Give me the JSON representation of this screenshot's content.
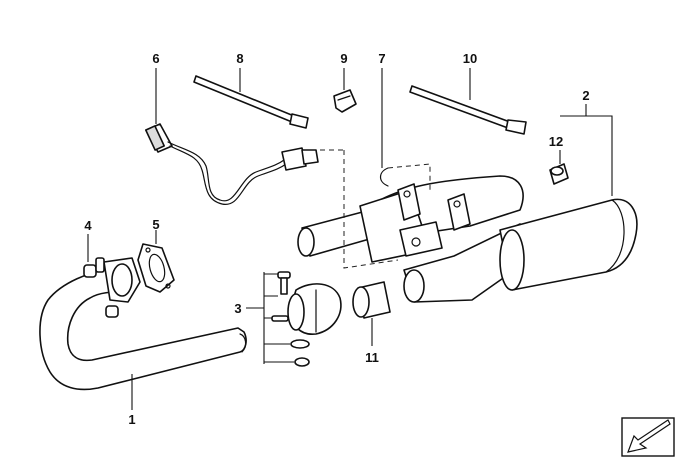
{
  "callouts": {
    "c1": "1",
    "c2": "2",
    "c3": "3",
    "c4": "4",
    "c5": "5",
    "c6": "6",
    "c7": "7",
    "c8": "8",
    "c9": "9",
    "c10": "10",
    "c11": "11",
    "c12": "12"
  },
  "icons": {
    "nav": "arrow-down-left-icon"
  }
}
